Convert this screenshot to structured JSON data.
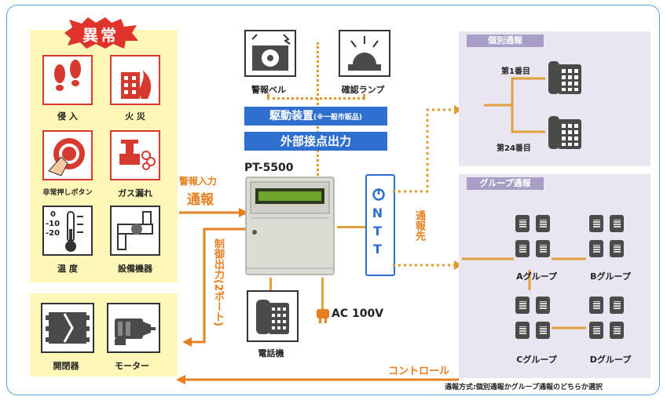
{
  "abnormal": {
    "title": "異常"
  },
  "inputs": [
    {
      "label": "侵 入",
      "icon": "footprints-icon"
    },
    {
      "label": "火 災",
      "icon": "fire-building-icon"
    },
    {
      "label": "非常押しボタン",
      "icon": "emergency-button-icon"
    },
    {
      "label": "ガス漏れ",
      "icon": "gas-leak-icon"
    },
    {
      "label": "温 度",
      "icon": "thermometer-icon"
    },
    {
      "label": "設備機器",
      "icon": "equipment-icon"
    }
  ],
  "outputs": [
    {
      "label": "開閉器",
      "icon": "switch-icon"
    },
    {
      "label": "モーター",
      "icon": "motor-icon"
    }
  ],
  "temperature_scale": [
    "0",
    "-10",
    "-20"
  ],
  "top_devices": [
    {
      "label": "警報ベル",
      "icon": "alarm-bell-icon"
    },
    {
      "label": "確認ランプ",
      "icon": "lamp-icon"
    }
  ],
  "bars": {
    "drive": "駆動装置",
    "drive_note": "(※一般市販品)",
    "contact": "外部接点出力"
  },
  "device": {
    "model": "PT-5500"
  },
  "phone": {
    "label": "電話機"
  },
  "power": {
    "label": "AC 100V"
  },
  "ntt": {
    "label": "NTT"
  },
  "arrows": {
    "alarm_input": "警報入力",
    "notify": "通報",
    "control_out": "制御出力(2ポート)",
    "destination": "通報先",
    "control": "コントロール"
  },
  "individual": {
    "title": "個別通報",
    "first": "第1番目",
    "last": "第24番目"
  },
  "group": {
    "title": "グループ通報",
    "groups": [
      "Aグループ",
      "Bグループ",
      "Cグループ",
      "Dグループ"
    ]
  },
  "footer": {
    "note": "通報方式:個別通報かグループ通報のどちらか選択"
  },
  "colors": {
    "accent_red": "#d63a2e",
    "panel_yellow": "#fff7b8",
    "bar_blue": "#2f6fd0",
    "arrow_orange": "#e67f1e",
    "group_panel": "#e9e6f1"
  }
}
